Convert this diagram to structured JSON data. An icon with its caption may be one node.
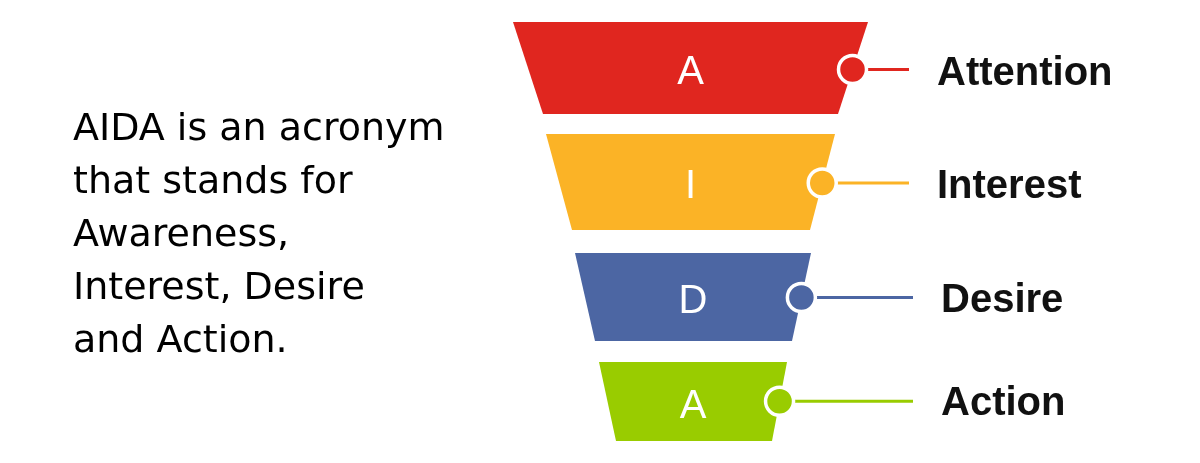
{
  "diagram": {
    "nodes": [
      {
        "text": [
          "A"
        ]
      },
      {
        "text": [
          "Attention"
        ]
      },
      {
        "text": [
          "I"
        ]
      },
      {
        "text": [
          "Interest"
        ]
      },
      {
        "text": [
          "D"
        ]
      },
      {
        "text": [
          "Desire"
        ]
      },
      {
        "text": [
          "A"
        ]
      },
      {
        "text": [
          "Action"
        ]
      }
    ],
    "edges": [
      {
        "from": 0,
        "to": 1,
        "arrow": "other",
        "color": "#e0261f"
      },
      {
        "from": 2,
        "to": 3,
        "arrow": "other",
        "color": "#fbb326"
      },
      {
        "from": 4,
        "to": 5,
        "arrow": "other",
        "color": "#4c66a3"
      },
      {
        "from": 6,
        "to": 7,
        "arrow": "other",
        "color": "#99cc00"
      }
    ],
    "labels": [
      "AIDA is an acronym that stands for Awareness, Interest, Desire and Action."
    ]
  }
}
